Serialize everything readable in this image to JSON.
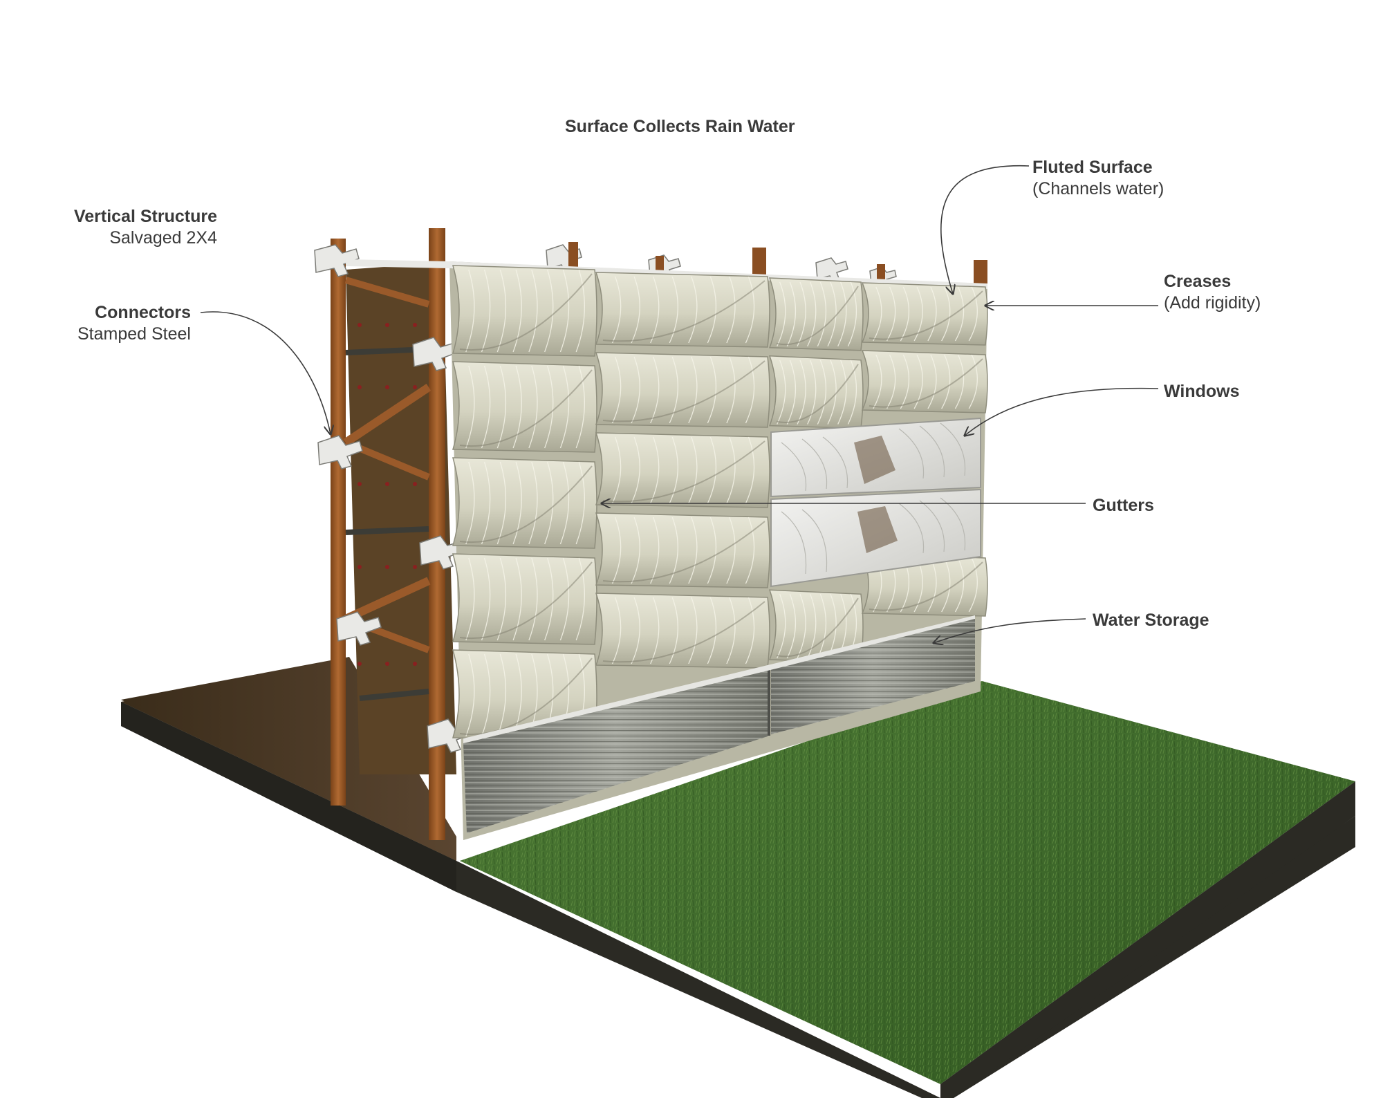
{
  "diagram": {
    "title": "Surface Collects Rain Water",
    "labels": {
      "fluted_surface": {
        "title": "Fluted Surface",
        "sub": "(Channels water)"
      },
      "vertical_structure": {
        "title": "Vertical Structure",
        "sub": "Salvaged 2X4"
      },
      "connectors": {
        "title": "Connectors",
        "sub": "Stamped Steel"
      },
      "creases": {
        "title": "Creases",
        "sub": "(Add rigidity)"
      },
      "windows": {
        "title": "Windows"
      },
      "gutters": {
        "title": "Gutters"
      },
      "water_storage": {
        "title": "Water Storage"
      }
    },
    "colors": {
      "grass": "#3f6a2c",
      "ground_edge": "#2b2a24",
      "deck": "#4a3a24",
      "wood": "#9a5a2a",
      "panel": "#d8d7c6",
      "steel": "#8d8f88",
      "text": "#3a3a3a"
    }
  }
}
